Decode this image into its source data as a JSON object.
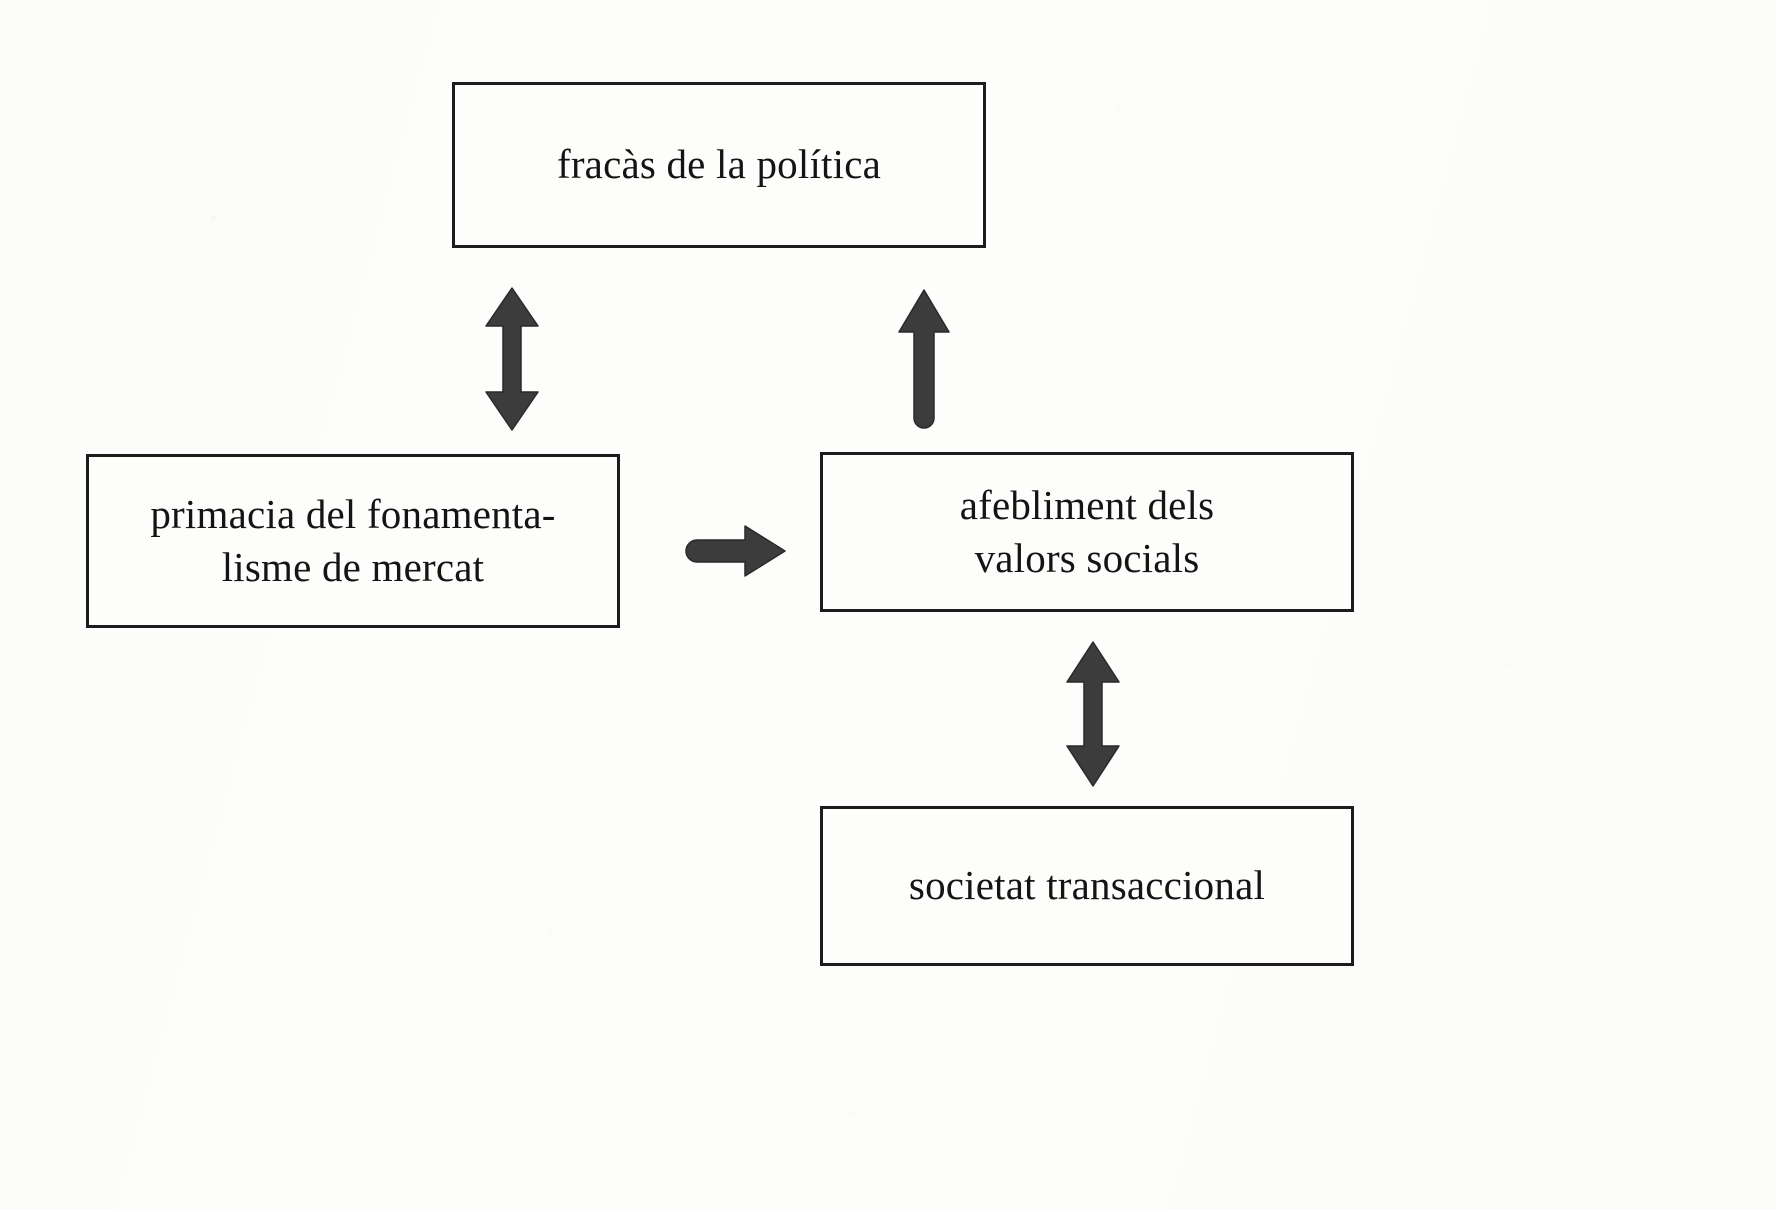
{
  "diagram": {
    "title": "fracàs de la política",
    "language": "Catalan",
    "background_color": "#fdfdfb",
    "box_border_color": "#1c1c1c",
    "arrow_color": "#3c3c3c",
    "nodes": [
      {
        "id": "fracas",
        "label": "fracàs de la política",
        "position": "top-center"
      },
      {
        "id": "primacia",
        "label": "primacia del fonamenta-\nlisme de mercat",
        "position": "middle-left"
      },
      {
        "id": "afebliment",
        "label": "afebliment dels\nvalors socials",
        "position": "middle-right"
      },
      {
        "id": "societat",
        "label": "societat transaccional",
        "position": "bottom-right"
      }
    ],
    "edges": [
      {
        "id": "fracas-primacia",
        "from": "primacia",
        "to": "fracas",
        "direction": "bidirectional",
        "orientation": "vertical",
        "icon": "double-headed-arrow-vertical-icon"
      },
      {
        "id": "afebliment-fracas",
        "from": "afebliment",
        "to": "fracas",
        "direction": "up",
        "orientation": "vertical",
        "icon": "arrow-up-icon"
      },
      {
        "id": "primacia-afebliment",
        "from": "primacia",
        "to": "afebliment",
        "direction": "right",
        "orientation": "horizontal",
        "icon": "arrow-right-icon"
      },
      {
        "id": "societat-afebliment",
        "from": "societat",
        "to": "afebliment",
        "direction": "bidirectional",
        "orientation": "vertical",
        "icon": "double-headed-arrow-vertical-icon"
      }
    ]
  }
}
